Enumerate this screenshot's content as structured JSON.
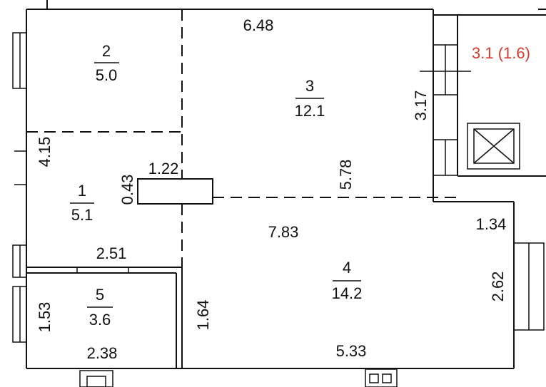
{
  "plan": {
    "rooms": {
      "r1": {
        "number": "1",
        "area": "5.1"
      },
      "r2": {
        "number": "2",
        "area": "5.0"
      },
      "r3": {
        "number": "3",
        "area": "12.1"
      },
      "r4": {
        "number": "4",
        "area": "14.2"
      },
      "r5": {
        "number": "5",
        "area": "3.6"
      }
    },
    "balcony_label": "3.1 (1.6)",
    "dimensions": {
      "d648": "6.48",
      "d317": "3.17",
      "d415": "4.15",
      "d122": "1.22",
      "d043": "0.43",
      "d578": "5.78",
      "d783": "7.83",
      "d134": "1.34",
      "d251": "2.51",
      "d262": "2.62",
      "d153": "1.53",
      "d164": "1.64",
      "d238": "2.38",
      "d533": "5.33"
    },
    "colors": {
      "walls": "#111111",
      "balcony_label": "#d63a2f"
    }
  }
}
